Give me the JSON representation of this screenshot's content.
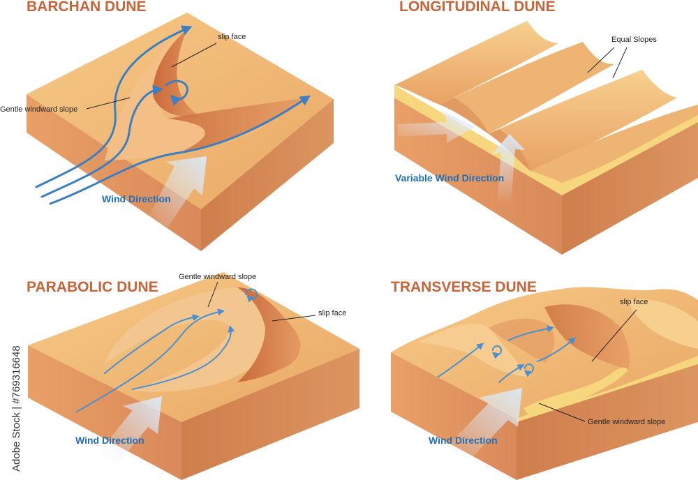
{
  "diagram": {
    "panels": [
      {
        "id": "barchan",
        "title": "BARCHAN DUNE",
        "labels": [
          "slip face",
          "Gentle windward slope"
        ],
        "wind_label": "Wind Direction"
      },
      {
        "id": "longitudinal",
        "title": "LONGITUDINAL DUNE",
        "labels": [
          "Equal Slopes"
        ],
        "wind_label": "Variable Wind Direction"
      },
      {
        "id": "parabolic",
        "title": "PARABOLIC DUNE",
        "labels": [
          "Gentle windward slope",
          "slip face"
        ],
        "wind_label": "Wind Direction"
      },
      {
        "id": "transverse",
        "title": "TRANSVERSE DUNE",
        "labels": [
          "slip face",
          "Gentle windward slope"
        ],
        "wind_label": "Wind Direction"
      }
    ],
    "stock_text": "Adobe Stock | #769316648",
    "colors": {
      "top": "#f0b574",
      "front": "#e0955e",
      "side": "#c8784a",
      "slip": "#d98048",
      "edge_light": "#f7d77e",
      "arrow": "#3b7fc2",
      "title": "#c8643a"
    }
  }
}
